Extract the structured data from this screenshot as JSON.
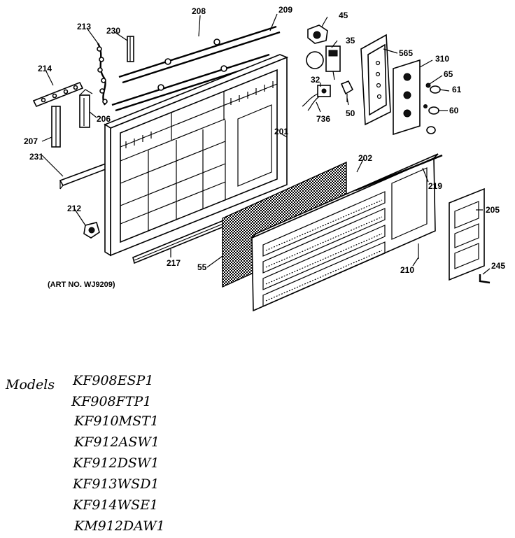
{
  "diagram": {
    "art_number": "(ART NO. WJ9209)",
    "part_labels": [
      "45",
      "208",
      "209",
      "213",
      "230",
      "35",
      "565",
      "310",
      "65",
      "61",
      "214",
      "32",
      "736",
      "50",
      "60",
      "206",
      "207",
      "201",
      "231",
      "202",
      "219",
      "212",
      "205",
      "217",
      "55",
      "210",
      "245"
    ],
    "models_heading": "Models",
    "models": [
      "KF908ESP1",
      "KF908FTP1",
      "KF910MST1",
      "KF912ASW1",
      "KF912DSW1",
      "KF913WSD1",
      "KF914WSE1",
      "KM912DAW1"
    ]
  }
}
